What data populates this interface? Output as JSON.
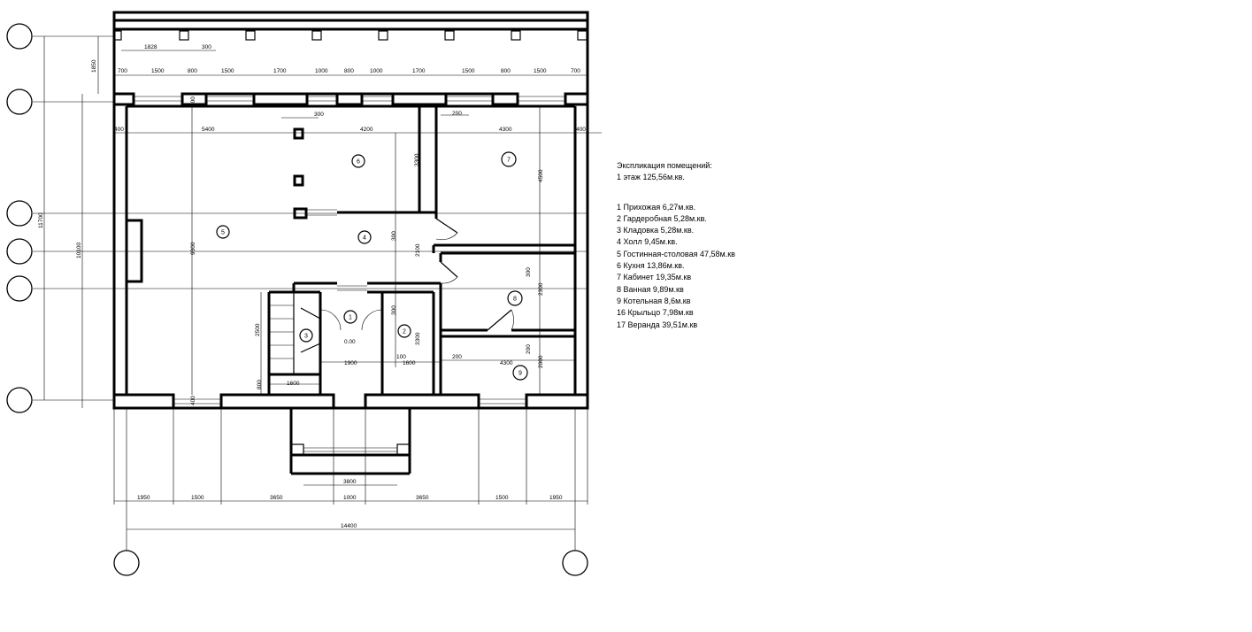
{
  "legend": {
    "title": "Экспликация помещений:",
    "floor": "1 этаж 125,56м.кв.",
    "rooms": [
      "1 Прихожая 6,27м.кв.",
      "2 Гардеробная 5,28м.кв.",
      "3 Кладовка 5,28м.кв.",
      "4 Холл 9,45м.кв.",
      "5 Гостинная-столовая 47,58м.кв",
      "6 Кухня 13,86м.кв.",
      "7 Кабинет 19,35м.кв",
      "8 Ванная 9,89м.кв",
      "9 Котельная 8,6м.кв",
      "16 Крыльцо 7,98м.кв",
      "17 Веранда 39,51м.кв"
    ]
  },
  "room_markers": [
    "1",
    "2",
    "3",
    "4",
    "5",
    "6",
    "7",
    "8",
    "9"
  ],
  "floor_level": "0.00",
  "dimensions": {
    "top_chain": [
      "700",
      "1500",
      "800",
      "1500",
      "1700",
      "1000",
      "800",
      "1000",
      "1700",
      "1500",
      "800",
      "1500",
      "700"
    ],
    "terrace_post": [
      "1828",
      "300"
    ],
    "interior": [
      "400",
      "5400",
      "4200",
      "200",
      "4300",
      "400",
      "300",
      "3300",
      "4500",
      "9300",
      "300",
      "2100",
      "300",
      "2300",
      "2500",
      "300",
      "3300",
      "1900",
      "100",
      "1600",
      "200",
      "4300",
      "200",
      "2000",
      "800",
      "1600",
      "400",
      "400"
    ],
    "left_vertical": [
      "1850",
      "11700",
      "10100"
    ],
    "porch": "3800",
    "bottom_chain": [
      "1950",
      "1500",
      "3650",
      "1000",
      "3650",
      "1500",
      "1950"
    ],
    "total": "14400"
  }
}
